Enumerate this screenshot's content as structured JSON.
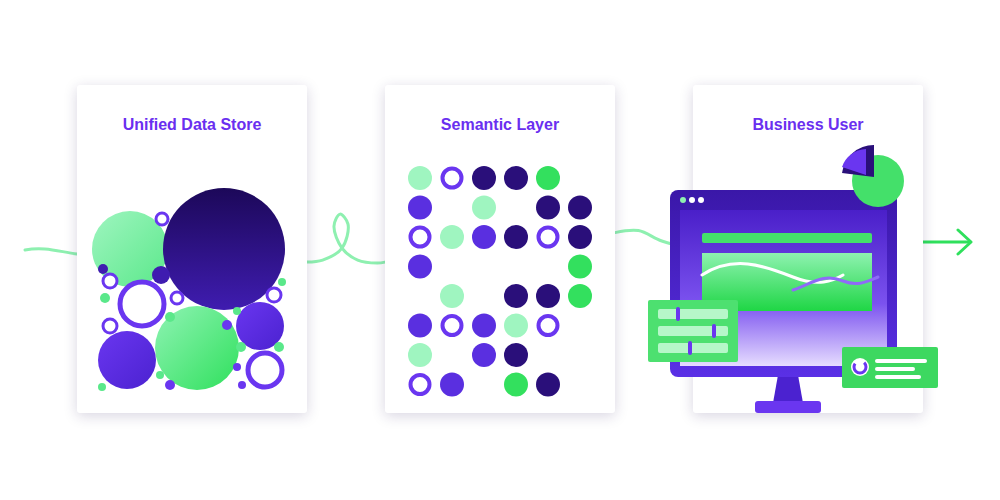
{
  "diagram": {
    "nodes": [
      {
        "text": [
          "Unified Data Store"
        ]
      },
      {
        "text": [
          "Semantic Layer"
        ]
      },
      {
        "text": [
          "Business User"
        ]
      }
    ],
    "edges": [
      {
        "from": 0,
        "to": 1,
        "arrow": "none"
      },
      {
        "from": 1,
        "to": 2,
        "arrow": "none"
      }
    ]
  }
}
